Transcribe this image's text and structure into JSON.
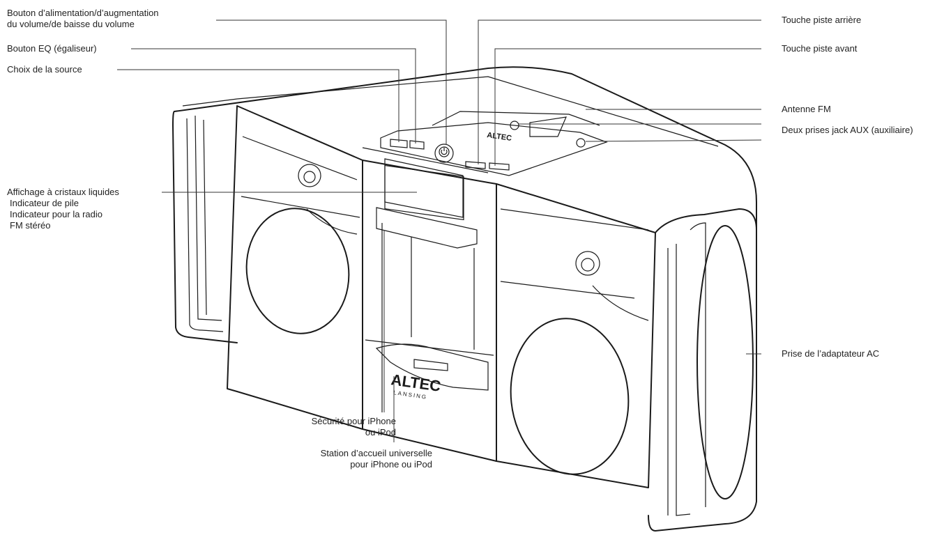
{
  "labels": {
    "power_volume": [
      "Bouton d’alimentation/d’augmentation",
      "du volume/de baisse du volume"
    ],
    "eq": "Bouton EQ (égaliseur)",
    "source": "Choix de la source",
    "lcd": [
      "Affichage à cristaux liquides",
      "Indicateur de pile",
      "Indicateur pour la radio",
      "FM stéréo"
    ],
    "security": [
      "Sécurité pour iPhone",
      "ou iPod"
    ],
    "dock": [
      "Station d’accueil universelle",
      "pour iPhone ou iPod"
    ],
    "track_back": "Touche piste arrière",
    "track_forward": "Touche piste avant",
    "fm_antenna": "Antenne FM",
    "aux": "Deux prises jack AUX (auxiliaire)",
    "ac_adapter": "Prise de l’adaptateur AC"
  },
  "brand": {
    "logo_top": "ALTEC",
    "logo_bottom": "LANSING"
  },
  "icons": {
    "power": "power-icon"
  }
}
